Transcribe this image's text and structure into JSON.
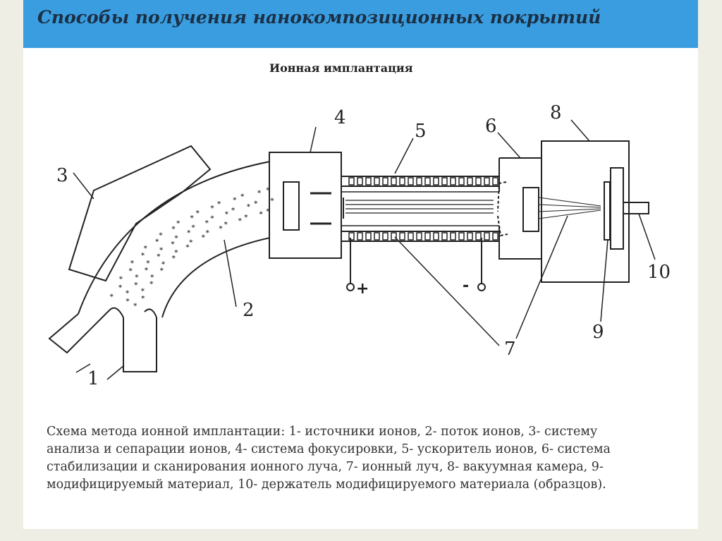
{
  "header": {
    "title": "Способы получения нанокомпозиционных покрытий"
  },
  "diagram": {
    "subtitle": "Ионная имплантация",
    "labels": {
      "l1": "1",
      "l2": "2",
      "l3": "3",
      "l4": "4",
      "l5": "5",
      "l6": "6",
      "l7": "7",
      "l8": "8",
      "l9": "9",
      "l10": "10"
    },
    "plus_sign": "+",
    "minus_sign": "-"
  },
  "caption": {
    "line1": "Схема метода ионной имплантации: 1- источники ионов, 2- поток ионов, 3- систему",
    "line2": "анализа и сепарации ионов, 4- система фокусировки, 5- ускоритель ионов, 6- система",
    "line3": "стабилизации и сканирования ионного луча, 7- ионный луч, 8- вакуумная камера, 9-",
    "line4": "модифицируемый материал, 10- держатель модифицируемого материала (образцов)."
  }
}
